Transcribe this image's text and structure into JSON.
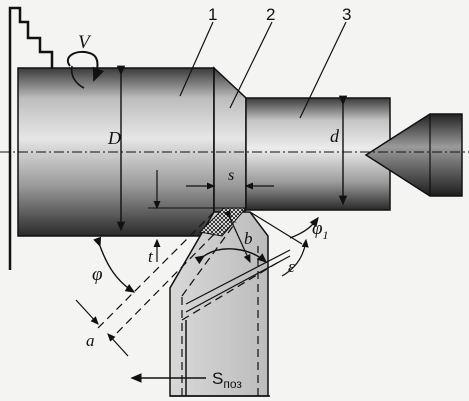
{
  "diagram": {
    "part_numbers": [
      "1",
      "2",
      "3"
    ],
    "symbols": {
      "V": "V",
      "D": "D",
      "d": "d",
      "t": "t",
      "s": "s",
      "b": "b",
      "phi": "φ",
      "phi1": "φ",
      "phi1_sub": "1",
      "epsilon": "ε",
      "a": "a",
      "S": "S",
      "S_sub": "поз"
    }
  }
}
